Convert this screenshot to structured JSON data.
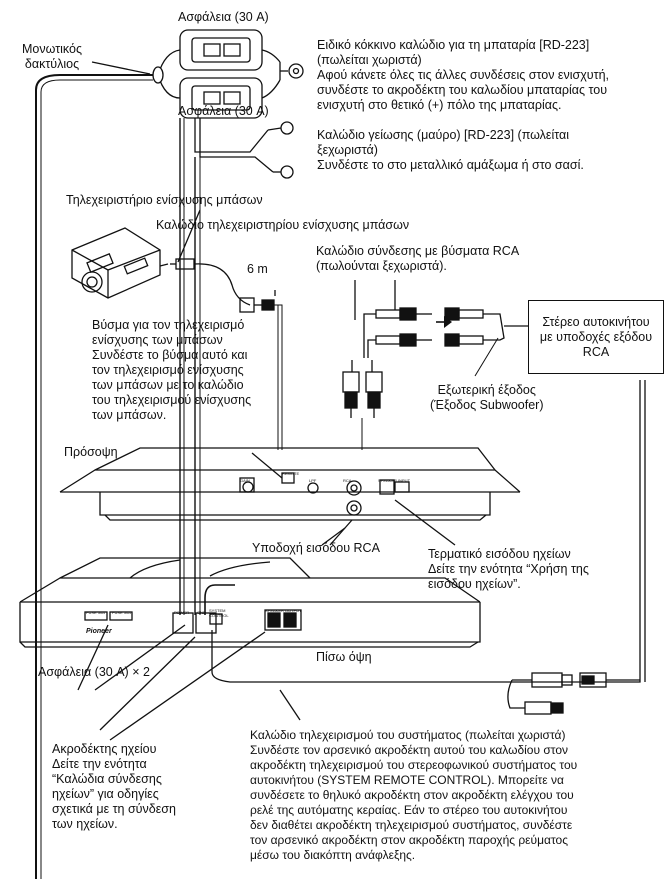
{
  "labels": {
    "fuse_top": "Ασφάλεια (30 A)",
    "fuse_middle": "Ασφάλεια (30 A)",
    "insulating_ring": [
      "Μονωτικός",
      "δακτύλιος"
    ],
    "red_cable": [
      "Ειδικό κόκκινο καλώδιο για τη μπαταρία [RD-223]",
      "(πωλείται χωριστά)",
      "Αφού κάνετε όλες τις άλλες συνδέσεις στον ενισχυτή,",
      "συνδέστε το ακροδέκτη του καλωδίου μπαταρίας του",
      "ενισχυτή στο θετικό (+) πόλο της μπαταρίας."
    ],
    "ground_cable": [
      "Καλώδιο γείωσης (μαύρο) [RD-223] (πωλείται",
      "ξεχωριστά)",
      "Συνδέστε το στο μεταλλικό αμάξωμα ή στο σασί."
    ],
    "bass_remote": "Τηλεχειριστήριο ενίσχυσης μπάσων",
    "bass_remote_cable": "Καλώδιο τηλεχειριστηρίου ενίσχυσης μπάσων",
    "rca_cable": [
      "Καλώδιο σύνδεσης με βύσματα RCA",
      "(πωλούνται ξεχωριστά)."
    ],
    "cable_length": "6 m",
    "car_stereo": [
      "Στέρεο αυτοκινήτου",
      "με υποδοχές εξόδου",
      "RCA"
    ],
    "bass_plug": [
      "Βύσμα για τον τηλεχειρισμό",
      "ενίσχυσης των μπάσων",
      "Συνδέστε το βύσμα αυτό και",
      "τον τηλεχειρισμό ενίσχυσης",
      "των μπάσων με το καλώδιο",
      "του τηλεχειρισμού ενίσχυσης",
      "των μπάσων."
    ],
    "external_output": [
      "Εξωτερική έξοδος",
      "(Έξοδος Subwoofer)"
    ],
    "front_view": "Πρόσοψη",
    "rca_input": "Υποδοχή εισόδου RCA",
    "speaker_input": [
      "Τερματικό εισόδου ηχείων",
      "Δείτε την ενότητα “Χρήση της",
      "εισόδου ηχείων”."
    ],
    "fuses_x2": "Ασφάλεια (30 A) × 2",
    "rear_view": "Πίσω όψη",
    "speaker_terminal": [
      "Ακροδέκτης ηχείου",
      "Δείτε την ενότητα",
      "“Καλώδια σύνδεσης",
      "ηχείων” για οδηγίες",
      "σχετικά με τη σύνδεση",
      "των ηχείων."
    ],
    "system_remote": [
      "Καλώδιο τηλεχειρισμού του συστήματος (πωλείται χωριστά)",
      "Συνδέστε τον αρσενικό ακροδέκτη αυτού του καλωδίου στον",
      "ακροδέκτη τηλεχειρισμού του στερεοφωνικού συστήματος του",
      "αυτοκινήτου (SYSTEM REMOTE CONTROL). Μπορείτε να",
      "συνδέσετε το θηλυκό ακροδέκτη στον ακροδέκτη ελέγχου του",
      "ρελέ της αυτόματης κεραίας. Εάν το στέρεο του αυτοκινήτου",
      "δεν διαθέτει ακροδέκτη τηλεχειρισμού συστήματος, συνδέστε",
      "τον αρσενικό ακροδέκτη στον ακροδέκτη παροχής ρεύματος",
      "μέσω του διακόπτη ανάφλεξης."
    ]
  },
  "panel_text": {
    "front_gain": "GAIN",
    "front_remote": "REMOTE",
    "front_lpf": "LPF",
    "front_rca": "RCA",
    "front_speaker_input": "SPEAKER INPUT",
    "rear_fuse_1": "FUSE 30A",
    "rear_fuse_2": "FUSE 30A",
    "rear_power": "POWER",
    "rear_ground": "GND",
    "rear_system": "SYSTEM",
    "rear_control": "CONTROL",
    "rear_speaker_output": "SPEAKER OUTPUT",
    "brand": "Pioneer"
  }
}
